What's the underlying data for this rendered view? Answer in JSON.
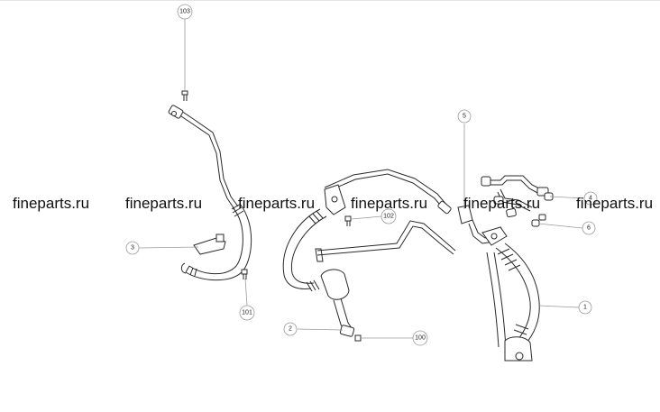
{
  "watermarks": [
    "fineparts.ru",
    "fineparts.ru",
    "fineparts.ru",
    "fineparts.ru",
    "fineparts.ru",
    "fineparts.ru"
  ],
  "callouts": {
    "c103": "103",
    "c5": "5",
    "c4": "4",
    "c6": "6",
    "c102": "102",
    "c3": "3",
    "c101": "101",
    "c1": "1",
    "c2": "2",
    "c100": "100"
  },
  "colors": {
    "line": "#2a2a2a",
    "leader": "#9a9a9a",
    "watermark": "#111111"
  }
}
